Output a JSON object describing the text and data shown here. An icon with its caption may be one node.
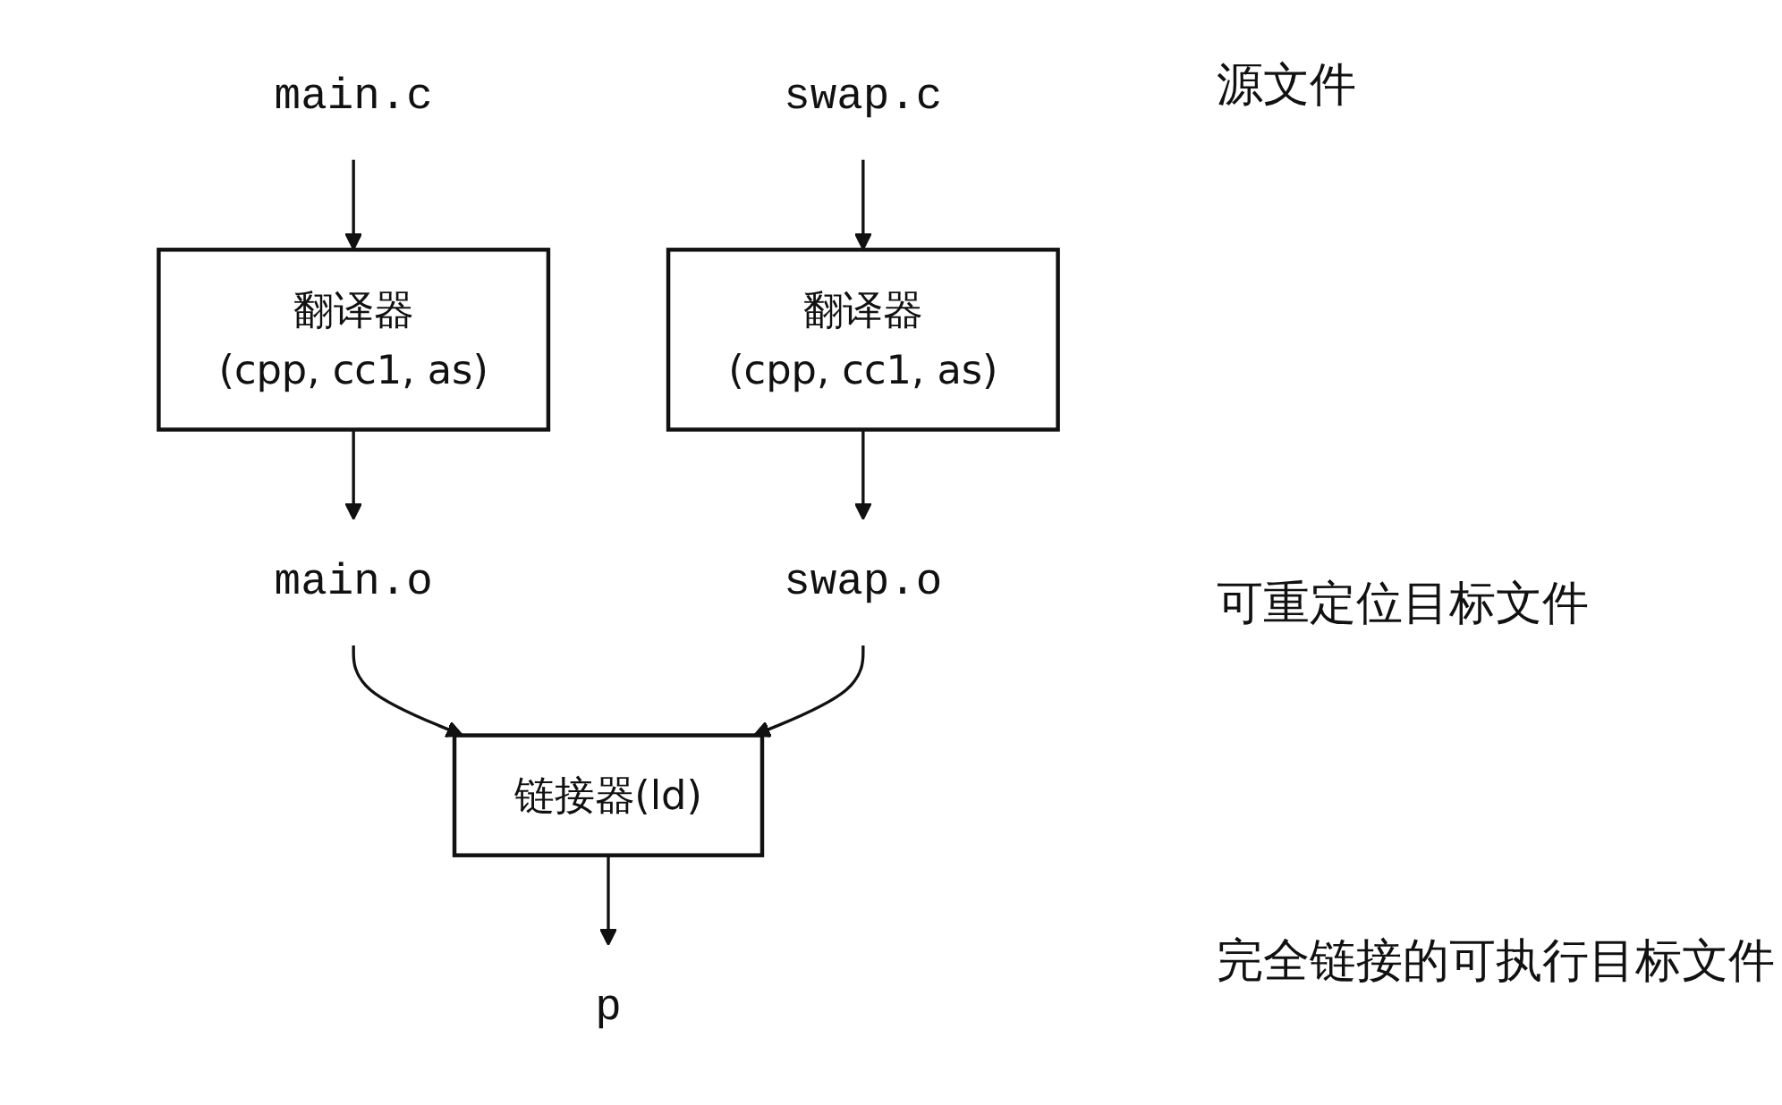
{
  "diagram": {
    "nodes": [
      {
        "text": [
          "main.c"
        ]
      },
      {
        "text": [
          "swap.c"
        ]
      },
      {
        "text": [
          "翻译器",
          "(cpp, cc1, as)"
        ]
      },
      {
        "text": [
          "翻译器",
          "(cpp, cc1, as)"
        ]
      },
      {
        "text": [
          "main.o"
        ]
      },
      {
        "text": [
          "swap.o"
        ]
      },
      {
        "text": [
          "链接器(ld)"
        ]
      },
      {
        "text": [
          "p"
        ]
      }
    ],
    "edges": [
      {
        "from": 0,
        "to": 2,
        "arrow": "to"
      },
      {
        "from": 1,
        "to": 3,
        "arrow": "to"
      },
      {
        "from": 2,
        "to": 4,
        "arrow": "to"
      },
      {
        "from": 3,
        "to": 5,
        "arrow": "to"
      },
      {
        "from": 4,
        "to": 6,
        "arrow": "to"
      },
      {
        "from": 5,
        "to": 6,
        "arrow": "to"
      },
      {
        "from": 6,
        "to": 7,
        "arrow": "to"
      }
    ],
    "labels": [
      "源文件",
      "可重定位目标文件",
      "完全链接的可执行目标文件"
    ]
  }
}
